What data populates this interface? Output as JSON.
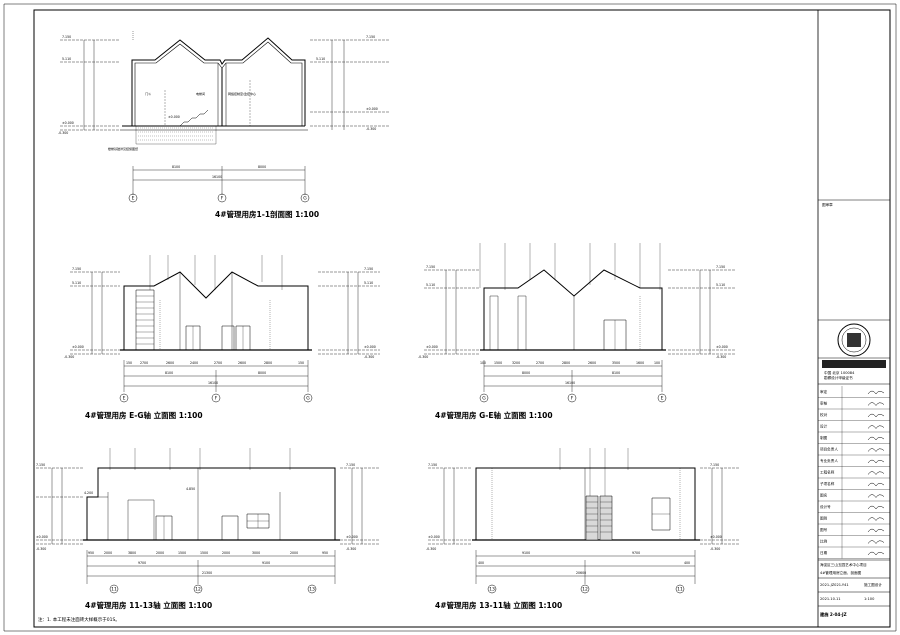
{
  "drawings": {
    "section_1_1": {
      "title": "4#管理用房1-1剖面图 1:100"
    },
    "elev_e_g": {
      "title": "4#管理用房 E-G轴 立面图 1:100"
    },
    "elev_g_e": {
      "title": "4#管理用房 G-E轴 立面图 1:100"
    },
    "elev_11_13": {
      "title": "4#管理用房 11-13轴 立面图 1:100"
    },
    "elev_13_11": {
      "title": "4#管理用房 13-11轴 立面图 1:100"
    }
  },
  "section_1_1": {
    "axes": [
      "E",
      "F",
      "G"
    ],
    "dims_span": [
      "8100",
      "8000"
    ],
    "dim_total": "16100",
    "rooms": [
      "门斗",
      "电梯间",
      "网络控制室/监控中心"
    ],
    "levels": [
      "7.150",
      "5.110",
      "±0.000",
      "-0.300",
      "±0.000",
      "-0.300",
      "7.150",
      "5.110",
      "±0.000"
    ],
    "note": "楼梯基础详见结施图纸"
  },
  "elev_e_g": {
    "axes": [
      "E",
      "F",
      "G"
    ],
    "dims_detail": [
      "150",
      "2700",
      "2600",
      "2400",
      "2700",
      "2600",
      "2800",
      "150"
    ],
    "dims_span": [
      "8100",
      "8000"
    ],
    "dim_total": "16100",
    "levels": [
      "7.150",
      "5.110",
      "±0.000",
      "-0.300",
      "7.150",
      "5.110",
      "±0.000",
      "-0.300"
    ]
  },
  "elev_g_e": {
    "axes": [
      "G",
      "F",
      "E"
    ],
    "dims_detail": [
      "100",
      "1500",
      "3200",
      "2700",
      "2800",
      "2600",
      "3500",
      "1600",
      "100"
    ],
    "dims_span": [
      "8000",
      "8100"
    ],
    "dim_total": "16100",
    "levels": [
      "7.150",
      "5.110",
      "±0.000",
      "-0.300",
      "7.150",
      "5.110",
      "±0.000",
      "-0.300"
    ]
  },
  "elev_11_13": {
    "axes": [
      "11",
      "12",
      "13"
    ],
    "dims_detail": [
      "950",
      "2000",
      "3800",
      "2000",
      "1500",
      "1500",
      "2000",
      "3000",
      "2000",
      "950"
    ],
    "dims_span": [
      "9700",
      "9100"
    ],
    "dim_total": "21300",
    "levels": [
      "7.150",
      "4.200",
      "±0.000",
      "-0.300",
      "4.850",
      "7.150",
      "±0.000",
      "-0.300"
    ]
  },
  "elev_13_11": {
    "axes": [
      "13",
      "12",
      "11"
    ],
    "dims_span": [
      "9100",
      "9700"
    ],
    "dims_side": [
      "400",
      "400"
    ],
    "dim_total": "20600",
    "levels": [
      "7.150",
      "±0.000",
      "-0.300",
      "7.150",
      "±0.000",
      "-0.300"
    ]
  },
  "footnote": "注：1. 本工程未注面砖大样概示于01S。",
  "title_block": {
    "seal_stamp": "图审章",
    "rows": [
      "审定",
      "审核",
      "校对",
      "设计",
      "制图",
      "项目负责人",
      "专业负责人",
      "工程名称",
      "子项名称",
      "图名",
      "设计号",
      "图别",
      "图号",
      "比例",
      "日期"
    ],
    "stamp_line1": "中国 北京 100084",
    "stamp_line2": "勘察设计甲级证书",
    "project_name": "海淀区三山五园艺术中心项目",
    "sub_project": "4#管理用房立面、剖面图",
    "drawing_no": "建施 2-04-JZ",
    "design_no": "2021-JZ021-Y41",
    "date": "2021.10.11",
    "phase": "施工图设计",
    "scale": "1:100"
  }
}
